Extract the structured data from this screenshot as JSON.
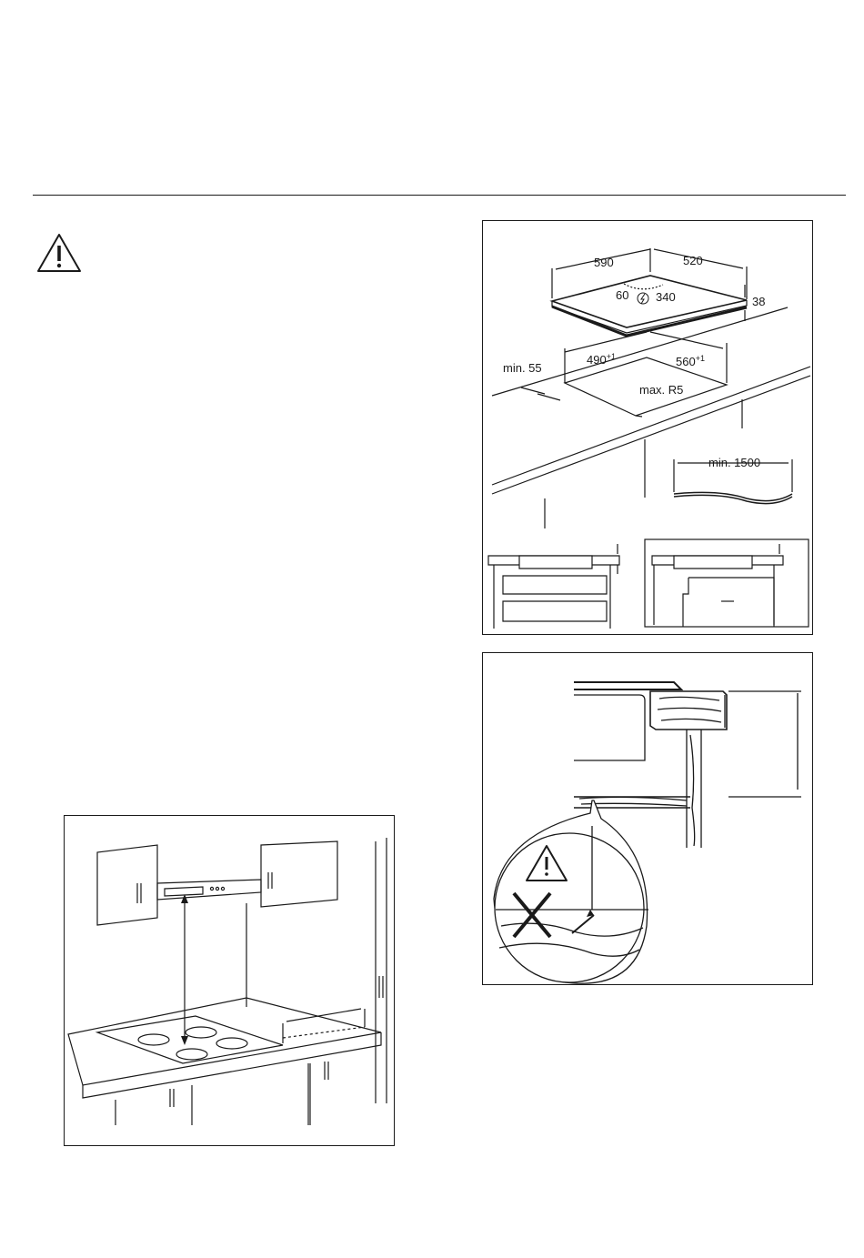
{
  "figure1": {
    "dims": {
      "width": "590",
      "depth": "520",
      "height": "38",
      "conn_left": "60",
      "conn_right": "340",
      "cut_width": "490",
      "cut_width_tol": "+1",
      "cut_depth": "560",
      "cut_depth_tol": "+1",
      "min_edge": "min. 55",
      "corner_radius": "max. R5",
      "cable_length": "min. 1500"
    }
  }
}
